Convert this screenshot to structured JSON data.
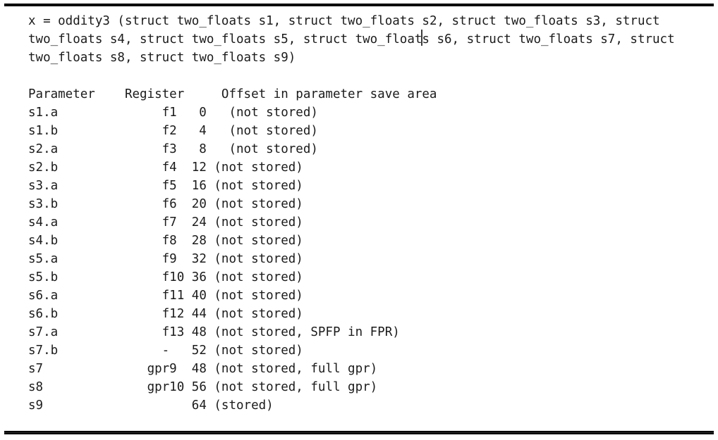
{
  "colors": {
    "background": "#ffffff",
    "text": "#1b1b1b",
    "rule": "#050505",
    "caret": "#3d3d3d"
  },
  "code_block": {
    "line1": "x = oddity3 (struct two_floats s1, struct two_floats s2, struct two_floats s3, struct",
    "line2_before_caret": "two_floats s4, struct two_floats s5, struct two_float",
    "line2_after_caret": "s s6, struct two_floats s7, struct",
    "line3": "two_floats s8, struct two_floats s9)"
  },
  "table": {
    "header": {
      "parameter": "Parameter",
      "register": "Register",
      "offset": "Offset in parameter save area"
    },
    "rows": [
      {
        "parameter": "s1.a",
        "register": "f1",
        "offset": "0",
        "note": "(not stored)"
      },
      {
        "parameter": "s1.b",
        "register": "f2",
        "offset": "4",
        "note": "(not stored)"
      },
      {
        "parameter": "s2.a",
        "register": "f3",
        "offset": "8",
        "note": "(not stored)"
      },
      {
        "parameter": "s2.b",
        "register": "f4",
        "offset": "12",
        "note": "(not stored)"
      },
      {
        "parameter": "s3.a",
        "register": "f5",
        "offset": "16",
        "note": "(not stored)"
      },
      {
        "parameter": "s3.b",
        "register": "f6",
        "offset": "20",
        "note": "(not stored)"
      },
      {
        "parameter": "s4.a",
        "register": "f7",
        "offset": "24",
        "note": "(not stored)"
      },
      {
        "parameter": "s4.b",
        "register": "f8",
        "offset": "28",
        "note": "(not stored)"
      },
      {
        "parameter": "s5.a",
        "register": "f9",
        "offset": "32",
        "note": "(not stored)"
      },
      {
        "parameter": "s5.b",
        "register": "f10",
        "offset": "36",
        "note": "(not stored)"
      },
      {
        "parameter": "s6.a",
        "register": "f11",
        "offset": "40",
        "note": "(not stored)"
      },
      {
        "parameter": "s6.b",
        "register": "f12",
        "offset": "44",
        "note": "(not stored)"
      },
      {
        "parameter": "s7.a",
        "register": "f13",
        "offset": "48",
        "note": "(not stored, SPFP in FPR)"
      },
      {
        "parameter": "s7.b",
        "register": "-",
        "offset": "52",
        "note": "(not stored)"
      },
      {
        "parameter": "s7",
        "register": "gpr9",
        "offset": "48",
        "note": "(not stored, full gpr)"
      },
      {
        "parameter": "s8",
        "register": "gpr10",
        "offset": "56",
        "note": "(not stored, full gpr)"
      },
      {
        "parameter": "s9",
        "register": "",
        "offset": "64",
        "note": "(stored)"
      }
    ]
  }
}
